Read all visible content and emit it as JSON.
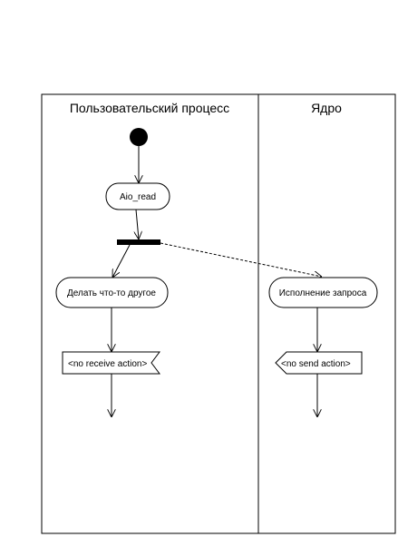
{
  "diagram": {
    "type": "uml-activity",
    "lanes": [
      {
        "title": "Пользовательский процесс"
      },
      {
        "title": "Ядро"
      }
    ],
    "nodes": {
      "aio_read": "Aio_read",
      "do_other": "Делать что-то другое",
      "exec_request": "Исполнение запроса",
      "receive_action": "<no receive action>",
      "send_action": "<no send action>"
    },
    "colors": {
      "stroke": "#000000",
      "fill": "#ffffff",
      "initial": "#000000",
      "fork": "#000000"
    }
  }
}
